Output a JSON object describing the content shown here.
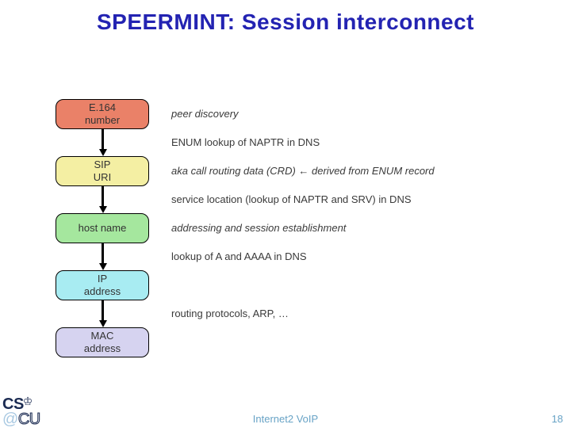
{
  "slide": {
    "title": "SPEERMINT: Session interconnect",
    "footer": {
      "center_text": "Internet2 VoIP",
      "page_number": "18"
    },
    "logo": {
      "cs": "CS",
      "crown_icon": "♔",
      "at": "@",
      "cu": "CU"
    }
  },
  "colors": {
    "title_blue": "#2323B2",
    "footer_blue": "#68A3C6",
    "logo_navy": "#1B2B52",
    "logo_light_blue": "#A9C9E2",
    "arrow_black": "#000000"
  },
  "diagram": {
    "boxes": [
      {
        "name": "e164-number",
        "line1": "E.164",
        "line2": "number",
        "fill": "#EA8168"
      },
      {
        "name": "sip-uri",
        "line1": "SIP",
        "line2": "URI",
        "fill": "#F4EFA3"
      },
      {
        "name": "host-name",
        "line1": "host name",
        "line2": "",
        "fill": "#A5E79E"
      },
      {
        "name": "ip-address",
        "line1": "IP",
        "line2": "address",
        "fill": "#A8ECF2"
      },
      {
        "name": "mac-address",
        "line1": "MAC",
        "line2": "address",
        "fill": "#D6D3F0"
      }
    ],
    "annotations": [
      {
        "text": "peer discovery",
        "style": "italic"
      },
      {
        "text": "ENUM lookup of NAPTR in DNS",
        "style": "normal"
      },
      {
        "text": "aka call routing data (CRD)  ← derived from ENUM record",
        "style": "italic"
      },
      {
        "text": "service location (lookup of NAPTR and SRV) in DNS",
        "style": "normal"
      },
      {
        "text": "addressing and session establishment",
        "style": "italic"
      },
      {
        "text": "lookup of A and AAAA in DNS",
        "style": "normal"
      },
      {
        "text": "routing protocols, ARP, …",
        "style": "normal"
      }
    ]
  }
}
